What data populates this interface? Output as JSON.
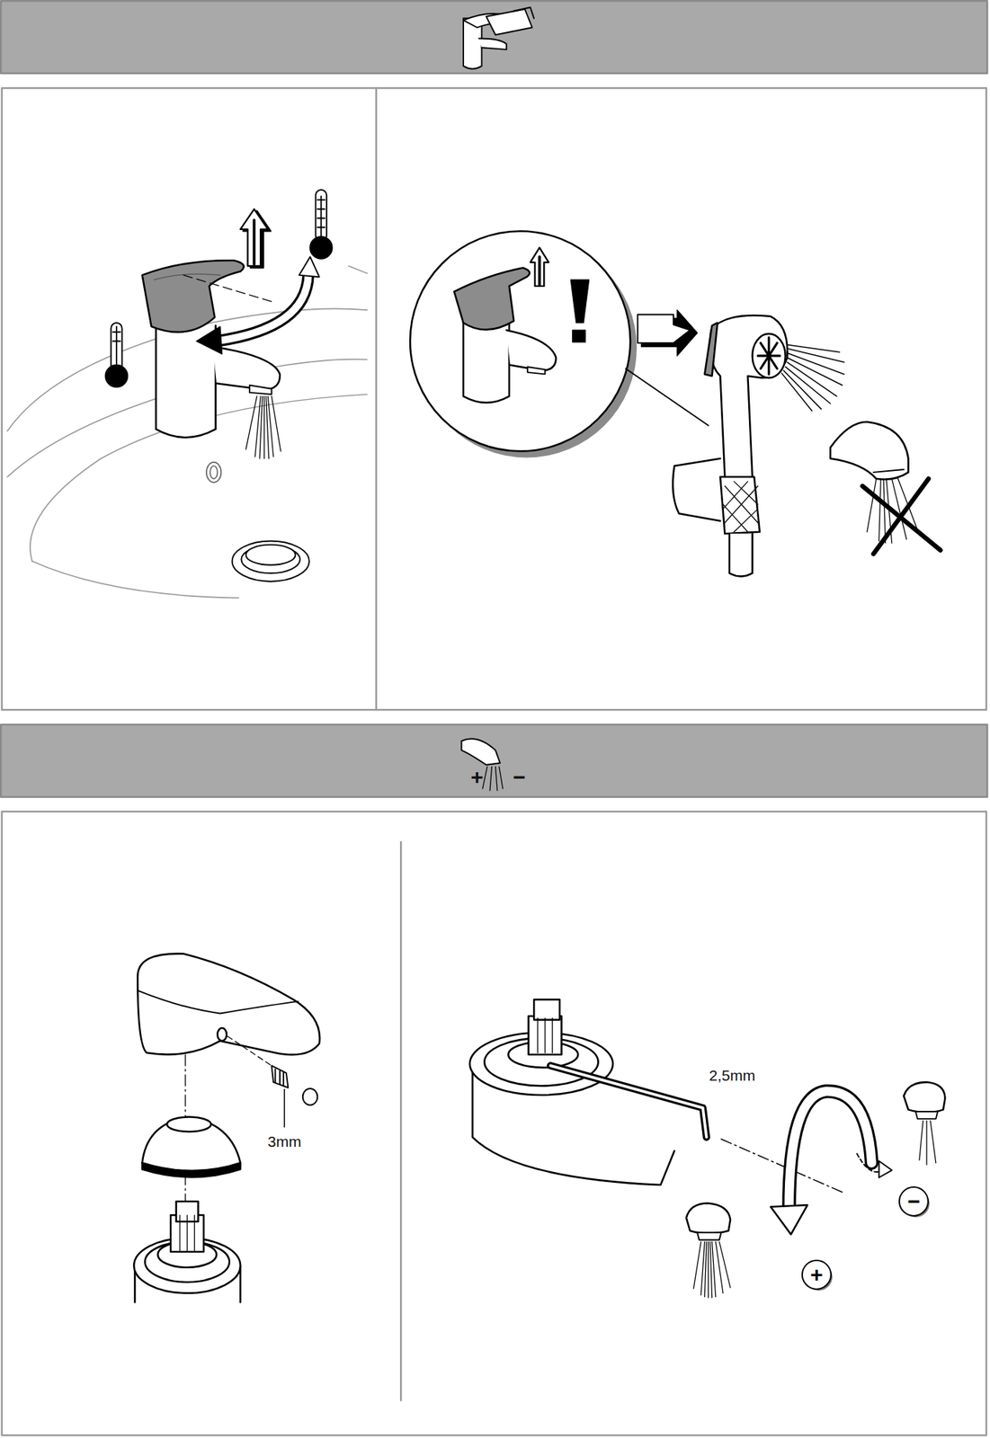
{
  "diagram": {
    "nodes": [
      {
        "text": [
          "−"
        ]
      },
      {
        "text": [
          "+"
        ]
      }
    ],
    "labels": [
      "+",
      "−",
      "3mm",
      "2,5mm"
    ]
  }
}
